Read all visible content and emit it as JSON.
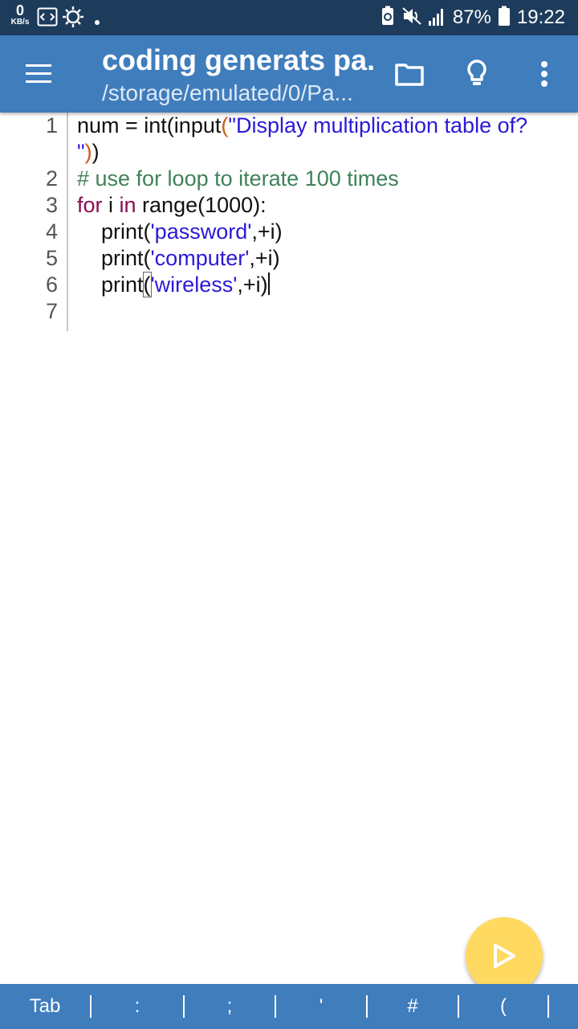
{
  "status_bar": {
    "net_speed_value": "0",
    "net_speed_unit": "KB/s",
    "battery_percent": "87%",
    "time": "19:22",
    "icons": [
      "screen-mirror-icon",
      "brightness-icon",
      "notification-dot-icon",
      "battery-saver-icon",
      "mute-icon",
      "signal-icon",
      "battery-icon"
    ]
  },
  "app_bar": {
    "title": "coding generats pa...",
    "subtitle": "/storage/emulated/0/Pa...",
    "icons": [
      "menu-icon",
      "folder-icon",
      "lightbulb-icon",
      "more-vert-icon"
    ]
  },
  "editor": {
    "line_numbers": [
      "1",
      "",
      "2",
      "3",
      "4",
      "5",
      "6",
      "7"
    ],
    "lines": [
      {
        "tokens": [
          {
            "t": "num = int(input",
            "c": "plain"
          },
          {
            "t": "(",
            "c": "par"
          },
          {
            "t": "\"Display multiplication table of?",
            "c": "str"
          }
        ]
      },
      {
        "tokens": [
          {
            "t": "\"",
            "c": "str"
          },
          {
            "t": ")",
            "c": "par"
          },
          {
            "t": ")",
            "c": "plain"
          }
        ]
      },
      {
        "tokens": [
          {
            "t": "# use for loop to iterate 100 times",
            "c": "cm"
          }
        ]
      },
      {
        "tokens": [
          {
            "t": "for",
            "c": "kw"
          },
          {
            "t": " i ",
            "c": "plain"
          },
          {
            "t": "in",
            "c": "kw"
          },
          {
            "t": " range(1000):",
            "c": "plain"
          }
        ]
      },
      {
        "tokens": [
          {
            "t": "    print(",
            "c": "plain"
          },
          {
            "t": "'password'",
            "c": "str"
          },
          {
            "t": ",+i)",
            "c": "plain"
          }
        ]
      },
      {
        "tokens": [
          {
            "t": "    print(",
            "c": "plain"
          },
          {
            "t": "'computer'",
            "c": "str"
          },
          {
            "t": ",+i)",
            "c": "plain"
          }
        ]
      },
      {
        "tokens": [
          {
            "t": "    print",
            "c": "plain"
          },
          {
            "t": "(",
            "c": "bracket"
          },
          {
            "t": "'wireless'",
            "c": "str"
          },
          {
            "t": ",+i)",
            "c": "plain"
          },
          {
            "t": "",
            "c": "caret"
          }
        ]
      },
      {
        "tokens": []
      }
    ]
  },
  "fab": {
    "icon": "play-icon",
    "color": "#ffd960"
  },
  "key_bar": {
    "keys": [
      "Tab",
      ":",
      ";",
      "'",
      "#",
      "("
    ]
  },
  "colors": {
    "status_bar": "#1d3c5c",
    "app_bar": "#3f7dbd",
    "keyword": "#8a0e52",
    "string": "#2b19d6",
    "comment": "#3e8259",
    "paren": "#c95b12"
  }
}
